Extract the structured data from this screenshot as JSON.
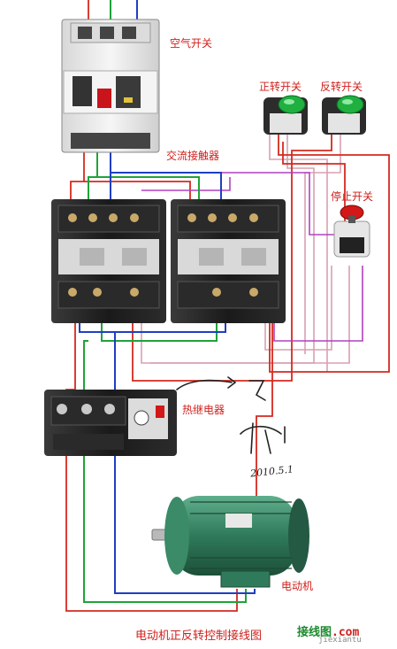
{
  "labels": {
    "air_switch": "空气开关",
    "contactor": "交流接触器",
    "forward_switch": "正转开关",
    "reverse_switch": "反转开关",
    "stop_switch": "停止开关",
    "thermal_relay": "热继电器",
    "motor": "电动机"
  },
  "caption": "电动机正反转控制接线图",
  "handwriting": {
    "date": "2010.5.1"
  },
  "watermark": {
    "brand_cn": "接线图",
    "brand_en": ".com",
    "sub": "jiexiantu"
  },
  "colors": {
    "label_red": "#d0201c",
    "wire_red": "#d42a1f",
    "wire_green": "#1fa33a",
    "wire_blue": "#1f3fc2",
    "wire_pink": "#d8a0b0",
    "wire_purple": "#b040c0",
    "motor_green": "#2f7a5a",
    "button_green": "#1fb040",
    "button_red": "#d21818",
    "device_black": "#1e1e1e",
    "breaker_white": "#eeeeee"
  }
}
